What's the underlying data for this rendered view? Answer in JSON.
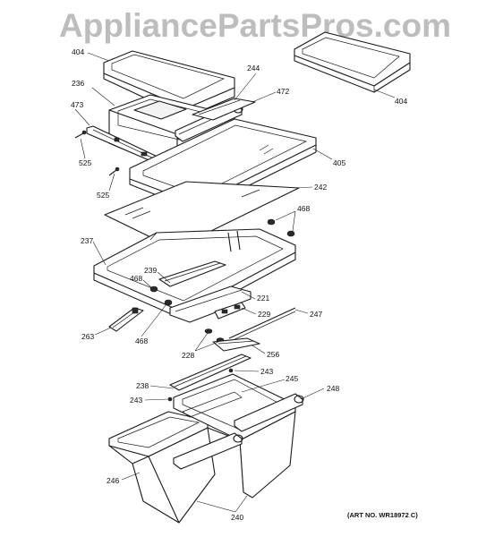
{
  "watermark": "AppliancePartsPros.com",
  "art_number": "(ART NO. WR18972 C)",
  "labels": {
    "l404a": "404",
    "l404b": "404",
    "l244": "244",
    "l236": "236",
    "l472": "472",
    "l473": "473",
    "l525a": "525",
    "l525b": "525",
    "l405": "405",
    "l242": "242",
    "l468a": "468",
    "l237": "237",
    "l239": "239",
    "l468b": "468",
    "l221": "221",
    "l229": "229",
    "l247": "247",
    "l263": "263",
    "l468c": "468",
    "l228": "228",
    "l256": "256",
    "l243a": "243",
    "l245": "245",
    "l238": "238",
    "l248": "248",
    "l243b": "243",
    "l246": "246",
    "l240": "240"
  }
}
